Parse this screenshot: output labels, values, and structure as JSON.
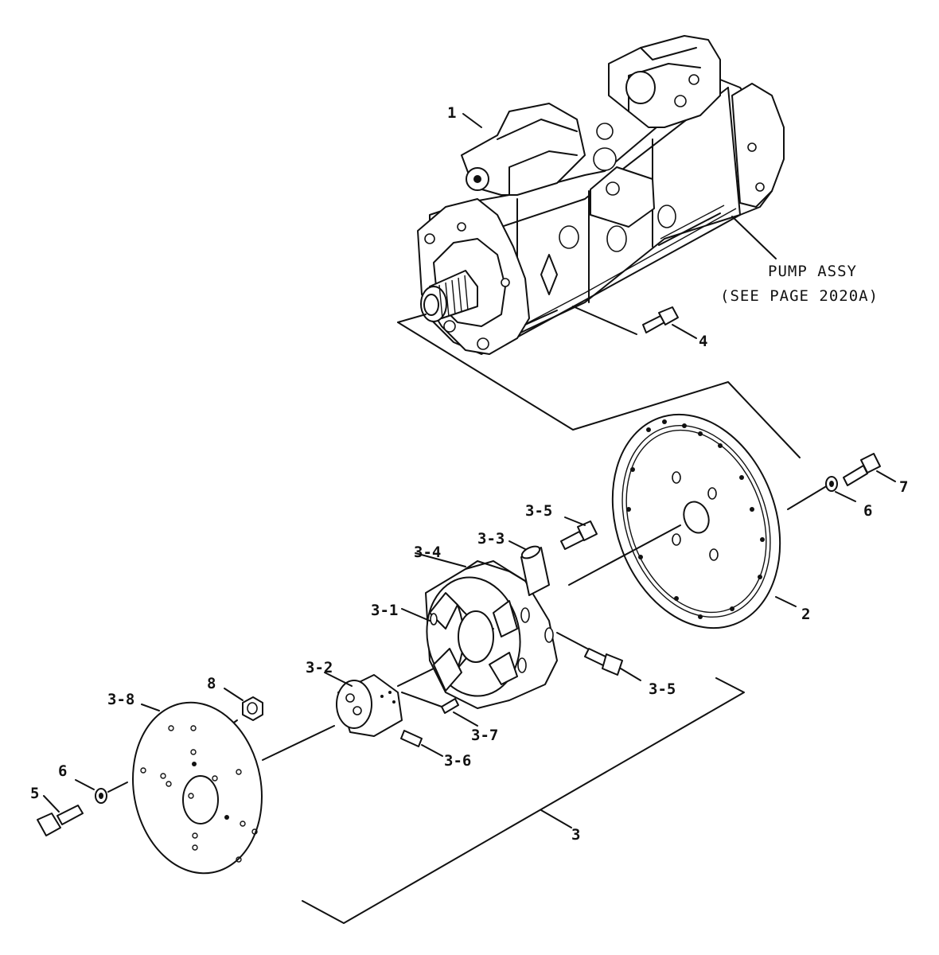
{
  "diagram": {
    "callouts": {
      "pump_assy": "1",
      "flywheel_housing": "2",
      "coupling_assy": "3",
      "coupling_element": "3-1",
      "hub": "3-2",
      "sleeve": "3-3",
      "coupling_body": "3-4",
      "bolt_top": "3-5",
      "bolt_right": "3-5",
      "set_screw": "3-6",
      "pin": "3-7",
      "flex_plate": "3-8",
      "bolt_pump": "4",
      "bolt_left": "5",
      "washer_left": "6",
      "washer_right": "6",
      "bolt_right_top": "7",
      "nut": "8"
    },
    "pump_note_line1": "PUMP ASSY",
    "pump_note_line2": "(SEE PAGE 2020A)"
  }
}
